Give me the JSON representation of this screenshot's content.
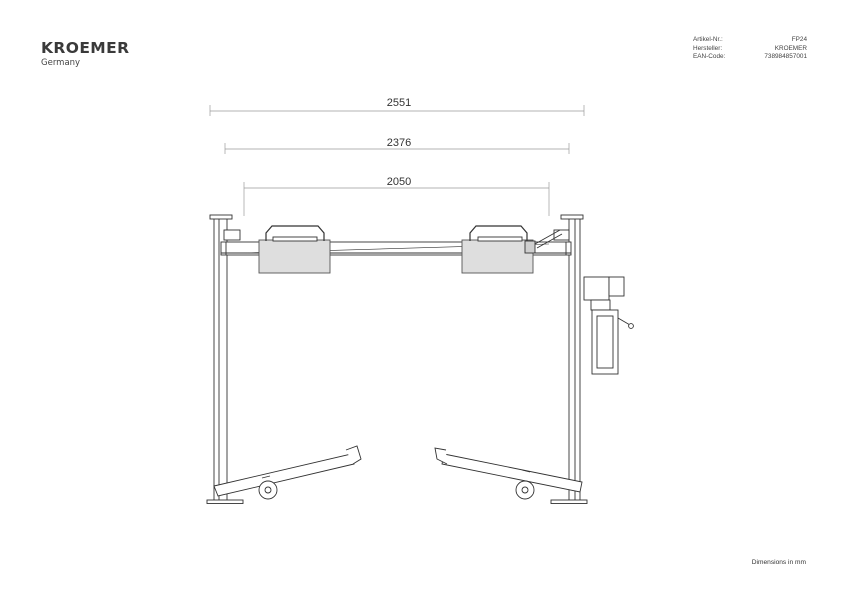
{
  "brand": {
    "name": "KROEMER",
    "country": "Germany"
  },
  "info": [
    {
      "label": "Artikel-Nr.:",
      "value": "FP24"
    },
    {
      "label": "Hersteller:",
      "value": "KROEMER"
    },
    {
      "label": "EAN-Code:",
      "value": "738984857001"
    }
  ],
  "dimensions": [
    {
      "value": "2551"
    },
    {
      "value": "2376"
    },
    {
      "value": "2050"
    }
  ],
  "note": "Dimensions in mm",
  "colors": {
    "line": "#333333",
    "block_fill": "#dedede",
    "dim_line": "#9a9a9a"
  }
}
